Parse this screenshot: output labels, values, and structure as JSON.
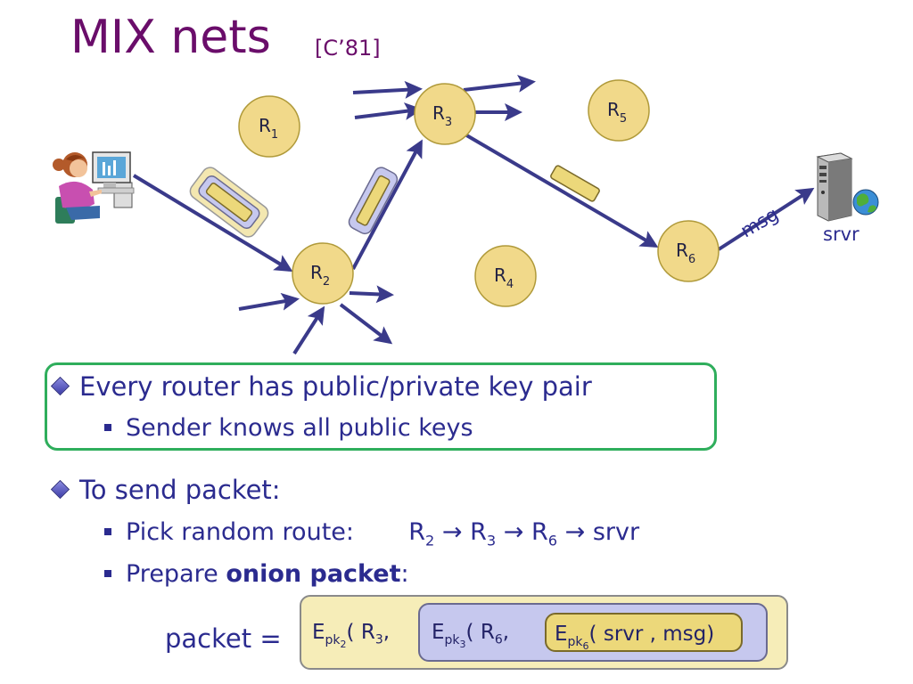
{
  "slide": {
    "title": "MIX nets",
    "citation": "[C’81]"
  },
  "diagram": {
    "routers": [
      {
        "id": "R1",
        "letter": "R",
        "sub": "1"
      },
      {
        "id": "R2",
        "letter": "R",
        "sub": "2"
      },
      {
        "id": "R3",
        "letter": "R",
        "sub": "3"
      },
      {
        "id": "R4",
        "letter": "R",
        "sub": "4"
      },
      {
        "id": "R5",
        "letter": "R",
        "sub": "5"
      },
      {
        "id": "R6",
        "letter": "R",
        "sub": "6"
      }
    ],
    "msg_label": "msg",
    "server_label": "srvr",
    "icons": [
      "user-at-computer-icon",
      "server-tower-icon"
    ],
    "colors": {
      "router_fill": "#f1d98a",
      "router_stroke": "#b09a3a",
      "arrow": "#3a3a8a",
      "title": "#6a0d6a",
      "body_text": "#2b2b8f",
      "keybox_border": "#2fae5c"
    }
  },
  "bullets": {
    "key_pair": "Every router has   public/private  key pair",
    "sender_keys": "Sender knows all public keys",
    "send_packet": "To send packet:",
    "route_prefix": "Pick random route:",
    "route": {
      "r2": "R",
      "r2_sub": "2",
      "arrow": "→",
      "r3": "R",
      "r3_sub": "3",
      "r6": "R",
      "r6_sub": "6",
      "end": "srvr"
    },
    "prepare_prefix": "Prepare ",
    "prepare_bold": "onion packet",
    "prepare_suffix": ":"
  },
  "packet": {
    "label": "packet =",
    "outer": {
      "E": "E",
      "pk": "pk",
      "pk_sub": "2",
      "open": "( R",
      "r_sub": "3",
      "comma": ","
    },
    "mid": {
      "E": "E",
      "pk": "pk",
      "pk_sub": "3",
      "open": "( R",
      "r_sub": "6",
      "comma": ","
    },
    "inner": {
      "E": "E",
      "pk": "pk",
      "pk_sub": "6",
      "args": "( srvr , msg)"
    }
  }
}
